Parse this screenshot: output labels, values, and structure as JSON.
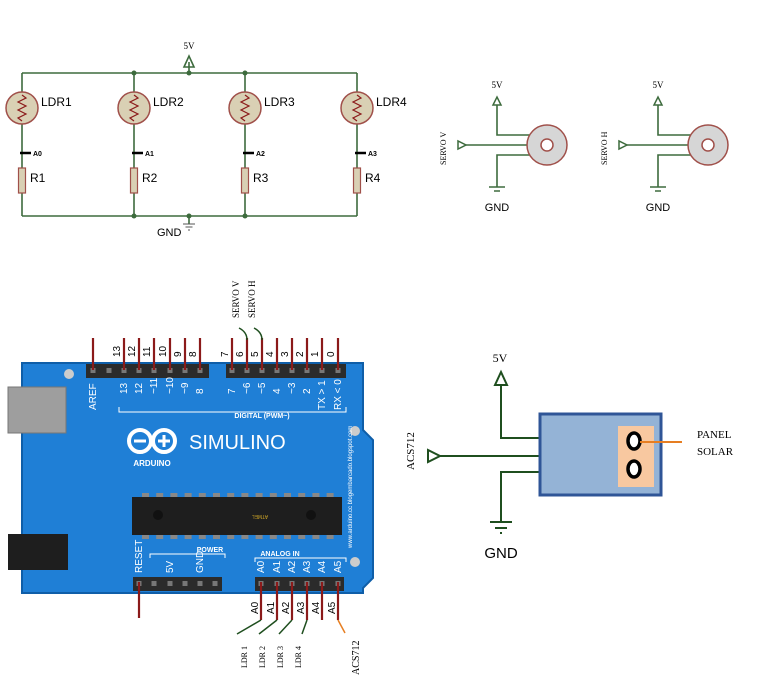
{
  "ldr_circuit": {
    "supply": "5V",
    "ground": "GND",
    "branches": [
      {
        "ldr": "LDR1",
        "node": "A0",
        "resistor": "R1"
      },
      {
        "ldr": "LDR2",
        "node": "A1",
        "resistor": "R2"
      },
      {
        "ldr": "LDR3",
        "node": "A2",
        "resistor": "R3"
      },
      {
        "ldr": "LDR4",
        "node": "A3",
        "resistor": "R4"
      }
    ]
  },
  "servos": [
    {
      "label": "SERVO V",
      "supply": "5V",
      "ground": "GND"
    },
    {
      "label": "SERVO H",
      "supply": "5V",
      "ground": "GND"
    }
  ],
  "arduino": {
    "brand": "SIMULINO",
    "logo_text": "ARDUINO",
    "digital_label": "DIGITAL (PWM~)",
    "power_label": "POWER",
    "analog_label": "ANALOG IN",
    "site_text": "www.arduino.cc  blogembarcado.blogspot.com",
    "chip_text": "ATMEL",
    "digital_pins_left": {
      "wire": [
        "",
        "",
        "13",
        "12",
        "11",
        "10",
        "9",
        "8"
      ],
      "board": [
        "AREF",
        "",
        "13",
        "12",
        "~11",
        "~10",
        "~9",
        "8"
      ]
    },
    "digital_pins_right": {
      "wire": [
        "7",
        "6",
        "5",
        "4",
        "3",
        "2",
        "1",
        "0"
      ],
      "board": [
        "7",
        "~6",
        "~5",
        "4",
        "~3",
        "2",
        "TX > 1",
        "RX < 0"
      ]
    },
    "power_pins": [
      "RESET",
      "5V",
      "GND"
    ],
    "analog_pins": [
      "A0",
      "A1",
      "A2",
      "A3",
      "A4",
      "A5"
    ],
    "top_connections": [
      "SERVO V",
      "SERVO H"
    ],
    "bottom_connections": [
      "LDR 1",
      "LDR 2",
      "LDR 3",
      "LDR 4",
      "ACS712"
    ]
  },
  "current_sensor": {
    "label": "ACS712",
    "supply": "5V",
    "ground": "GND",
    "load_line1": "PANEL",
    "load_line2": "SOLAR"
  },
  "colors": {
    "wire": "#3d6b3d",
    "pin": "#8b1a1a",
    "board": "#1f7fd6",
    "sensor": "#94b3d6",
    "terminal": "#f8c8a0",
    "solar_wire": "#e67e22"
  }
}
